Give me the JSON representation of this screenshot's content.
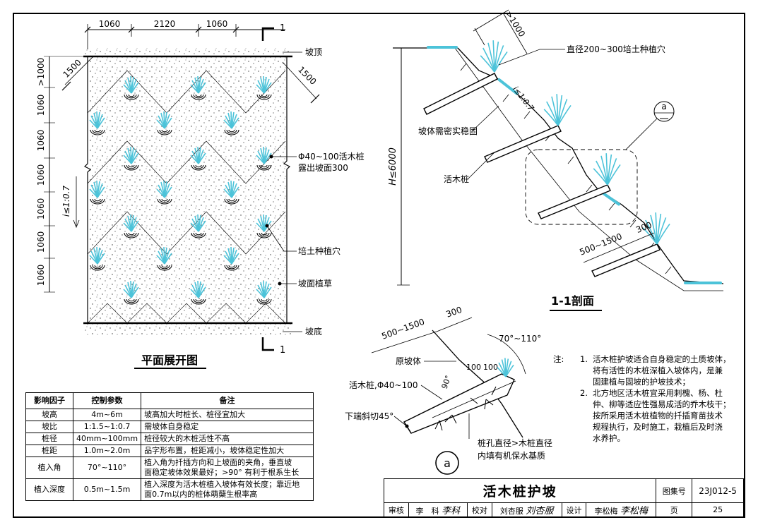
{
  "plan": {
    "title": "平面展开图",
    "dims_top": [
      "1060",
      "2120",
      "1060"
    ],
    "dims_left": [
      ">1000",
      "1060",
      "1060",
      "1060",
      "1060",
      "1060",
      "1060"
    ],
    "dim_diag_left": "1500",
    "dim_diag_right": "1500",
    "slope_ratio": "i≤1:0.7",
    "section_mark": "1",
    "labels": {
      "slope_top": "坡顶",
      "stake_1": "Φ40~100活木桩",
      "stake_2": "露出坡面300",
      "plant_hole": "培土种植穴",
      "slope_grass": "坡面植草",
      "slope_bottom": "坡底"
    }
  },
  "section": {
    "title": "1-1剖面",
    "dim_1000": ">1000",
    "height": "H≤6000",
    "slope_ratio": "i≤1:0.7",
    "dim_500": "500~1500",
    "dim_300": "300",
    "detail_mark": "a",
    "labels": {
      "hole_dia": "直径200~300培土种植穴",
      "dense": "坡体需密实稳固",
      "stake": "活木桩"
    }
  },
  "detail": {
    "mark": "a",
    "dim_500": "500~1500",
    "dim_300": "300",
    "angle": "70°~110°",
    "angle_90": "90°",
    "dim_100a": "100",
    "dim_100b": "100",
    "labels": {
      "original_slope": "原坡体",
      "stake": "活木桩,Φ40~100",
      "bevel": "下端斜切45°",
      "hole_1": "桩孔直径>木桩直径",
      "hole_2": "内填有机保水基质"
    }
  },
  "table": {
    "headers": [
      "影响因子",
      "控制参数",
      "备注"
    ],
    "rows": [
      {
        "factor": "坡高",
        "param": "4m~6m",
        "note": [
          "坡高加大时桩长、桩径宜加大"
        ]
      },
      {
        "factor": "坡比",
        "param": "1:1.5~1:0.7",
        "note": [
          "需坡体自身稳定"
        ]
      },
      {
        "factor": "桩径",
        "param": "40mm~100mm",
        "note": [
          "桩径较大的木桩活性不高"
        ]
      },
      {
        "factor": "桩距",
        "param": "1.0m~2.0m",
        "note": [
          "品字形布置，桩距减小，坡体稳定性加大"
        ]
      },
      {
        "factor": "植入角",
        "param": "70°~110°",
        "note": [
          "植入角为扦插方向和上坡面的夹角，垂直坡",
          "面稳定坡体效果最好；>90° 有利于根系生长"
        ]
      },
      {
        "factor": "植入深度",
        "param": "0.5m~1.5m",
        "note": [
          "植入深度为活木桩植入坡体有效长度；靠近地",
          "面0.7m以内的桩体萌蘖生根率高"
        ]
      }
    ]
  },
  "notes": {
    "label": "注:",
    "items": [
      {
        "num": "1.",
        "lines": [
          "活木桩护坡适合自身稳定的土质坡体，",
          "将有活性的木桩深植入坡体内，是兼",
          "固建植与固坡的护坡技术；"
        ]
      },
      {
        "num": "2.",
        "lines": [
          "北方地区活木桩宜采用刺槐、杨、杜",
          "仲、柳等适应性强易成活的乔木枝干；",
          "按所采用活木桩植物的扦插育苗技术",
          "规程执行，及时施工，栽植后及时浇",
          "水养护。"
        ]
      }
    ]
  },
  "title_block": {
    "title": "活木桩护坡",
    "atlas_label": "图集号",
    "atlas_no": "23J012-5",
    "review_label": "审核",
    "reviewer": "李　科",
    "reviewer_sig": "李科",
    "check_label": "校对",
    "checker": "刘杏服",
    "checker_sig": "刘杏服",
    "design_label": "设计",
    "designer": "李松梅",
    "designer_sig": "李松梅",
    "page_label": "页",
    "page_no": "25"
  },
  "colors": {
    "plant": "#4cc3d9",
    "line": "#000000"
  }
}
